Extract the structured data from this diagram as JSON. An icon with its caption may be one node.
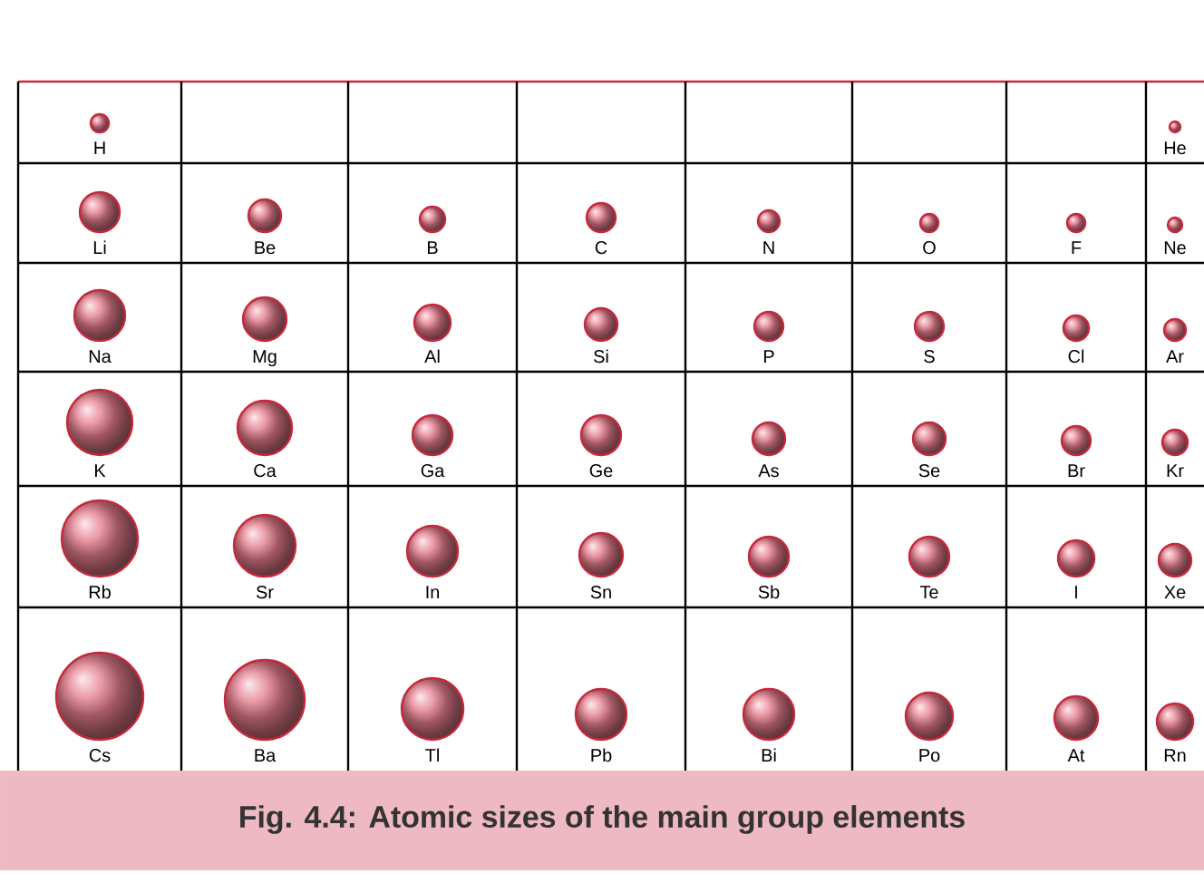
{
  "diagram": {
    "caption": "Fig. 4.4: Atomic sizes of the main group elements",
    "labels": [
      "H",
      "He",
      "Li",
      "Be",
      "B",
      "C",
      "N",
      "O",
      "F",
      "Ne",
      "Na",
      "Mg",
      "Al",
      "Si",
      "P",
      "S",
      "Cl",
      "Ar",
      "K",
      "Ca",
      "Ga",
      "Ge",
      "As",
      "Se",
      "Br",
      "Kr",
      "Rb",
      "Sr",
      "In",
      "Sn",
      "Sb",
      "Te",
      "I",
      "Xe",
      "Cs",
      "Ba",
      "Tl",
      "Pb",
      "Bi",
      "Po",
      "At",
      "Rn"
    ]
  }
}
